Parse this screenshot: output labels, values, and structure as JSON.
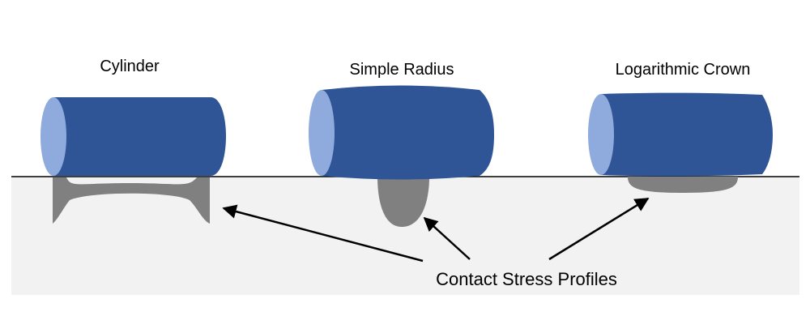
{
  "labels": {
    "cylinder": "Cylinder",
    "simple_radius": "Simple Radius",
    "logarithmic_crown": "Logarithmic Crown",
    "callout": "Contact Stress Profiles"
  },
  "colors": {
    "roller_body": "#2F5597",
    "roller_end_face": "#8FAADC",
    "stress_profile": "#808080",
    "ground": "#F2F2F2",
    "surface_line": "#000000",
    "arrow": "#000000"
  }
}
